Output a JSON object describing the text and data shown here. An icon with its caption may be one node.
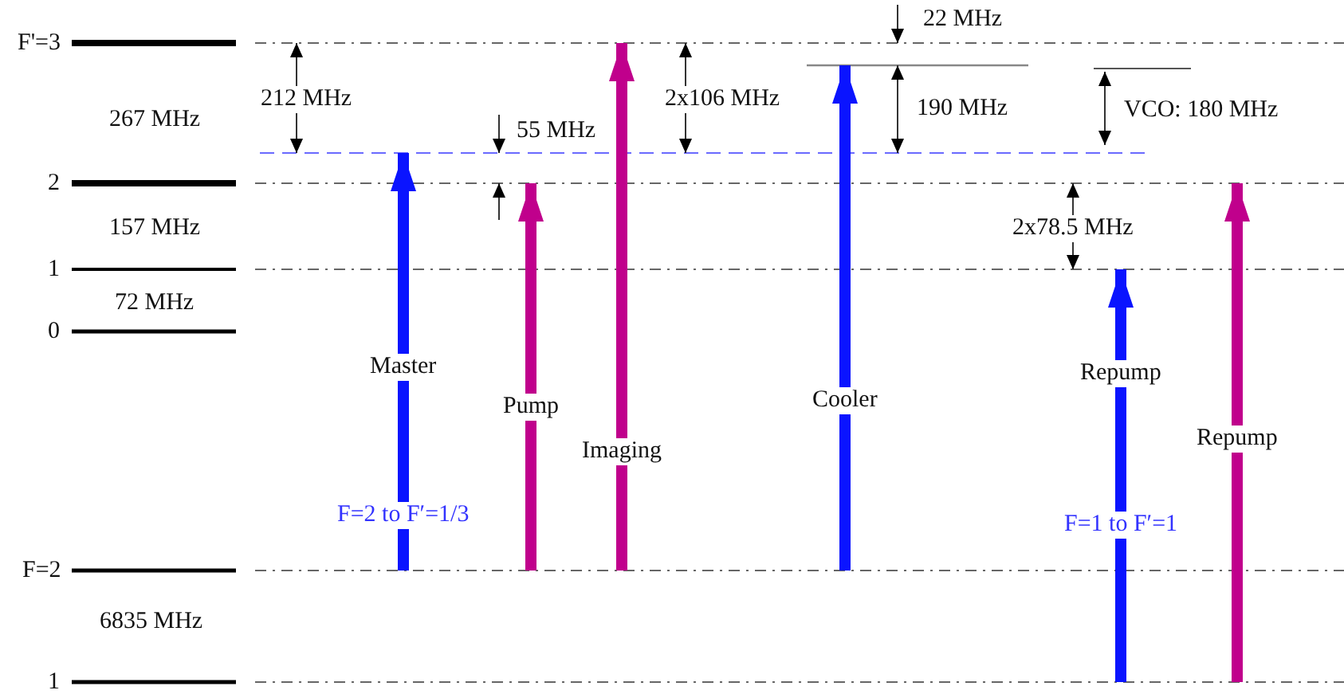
{
  "diagram": {
    "labels": [
      "22 MHz",
      "F'=3",
      "212 MHz",
      "267 MHz",
      "2x106 MHz",
      "190 MHz",
      "VCO: 180 MHz",
      "55 MHz",
      "2",
      "157 MHz",
      "2x78.5 MHz",
      "1",
      "72 MHz",
      "0",
      "Master",
      "Repump",
      "Cooler",
      "Pump",
      "Repump",
      "Imaging",
      "F=2 to F′=1/3",
      "F=1 to F′=1",
      "F=2",
      "6835 MHz",
      "1"
    ]
  }
}
